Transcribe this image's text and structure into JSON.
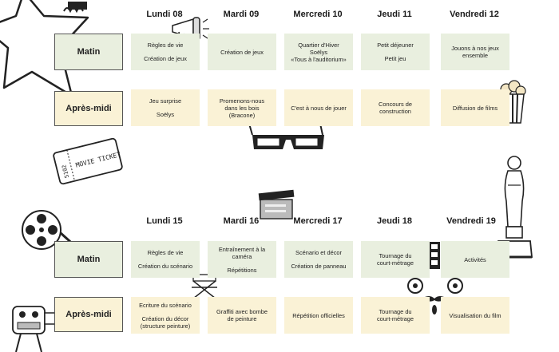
{
  "week1": {
    "days": [
      "Lundi 08",
      "Mardi 09",
      "Mercredi 10",
      "Jeudi 11",
      "Vendredi 12"
    ],
    "morning_label": "Matin",
    "afternoon_label": "Après-midi",
    "morning": [
      [
        "Règles de vie",
        "Création de jeux"
      ],
      [
        "Création de jeux"
      ],
      [
        "Quartier d'Hiver",
        "Soëlys",
        "«Tous à l'auditorium»"
      ],
      [
        "Petit déjeuner",
        "Petit jeu"
      ],
      [
        "Jouons à nos jeux",
        "ensemble"
      ]
    ],
    "afternoon": [
      [
        "Jeu surprise",
        "Soëlys"
      ],
      [
        "Promenons-nous",
        "dans les bois",
        "(Bracone)"
      ],
      [
        "C'est à nous de jouer"
      ],
      [
        "Concours de",
        "construction"
      ],
      [
        "Diffusion de films"
      ]
    ]
  },
  "week2": {
    "days": [
      "Lundi 15",
      "Mardi 16",
      "Mercredi 17",
      "Jeudi 18",
      "Vendredi 19"
    ],
    "morning_label": "Matin",
    "afternoon_label": "Après-midi",
    "morning": [
      [
        "Règles de vie",
        "Création du scénario"
      ],
      [
        "Entraînement à la",
        "caméra",
        "Répétitions"
      ],
      [
        "Scénario et décor",
        "Création de panneau"
      ],
      [
        "Tournage du",
        "court-métrage"
      ],
      [
        "Activités"
      ]
    ],
    "afternoon": [
      [
        "Ecriture du scénario",
        "Création du décor",
        "(structure peinture)"
      ],
      [
        "Graffiti avec bombe",
        "de peinture"
      ],
      [
        "Répétition officielles"
      ],
      [
        "Tournage du",
        "court-métrage"
      ],
      [
        "Visualisation du film"
      ]
    ]
  },
  "decorations": {
    "ticket_text": "MOVIE TICKET",
    "ticket_number": "5102",
    "icons": [
      "star-icon",
      "megaphone-icon",
      "popcorn-icon",
      "3d-glasses-icon",
      "movie-ticket-icon",
      "clapperboard-icon",
      "film-reel-icon",
      "oscar-statue-icon",
      "director-chair-icon",
      "camera-icon",
      "mustache-face-icon",
      "film-strip-icon"
    ]
  }
}
